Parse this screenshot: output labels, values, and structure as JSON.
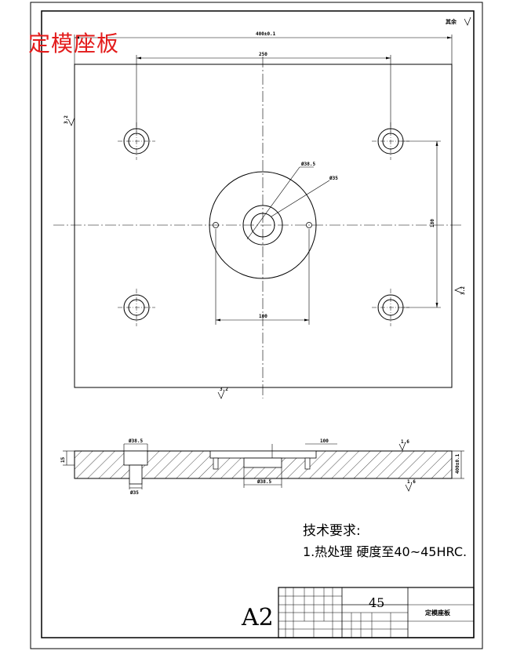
{
  "sheet": {
    "title": "定模座板",
    "format": "A2",
    "roughness_note": "其余"
  },
  "technical_requirements": {
    "heading": "技术要求:",
    "items": [
      "1.热处理 硬度至40~45HRC."
    ]
  },
  "title_block": {
    "material": "45",
    "part_name": "定模座板"
  },
  "dimensions": {
    "overall_width": "400±0.1",
    "hole_spacing_x": "250",
    "hole_spacing_y": "180",
    "ring_bolt_spacing": "100",
    "bore_dia": "Ø35",
    "counterbore_dia": "Ø38.5",
    "thickness": "15",
    "roughness_face": "3.2",
    "roughness_side": "1.6"
  },
  "colors": {
    "title_red": "#e31b1b",
    "line": "#000000"
  }
}
